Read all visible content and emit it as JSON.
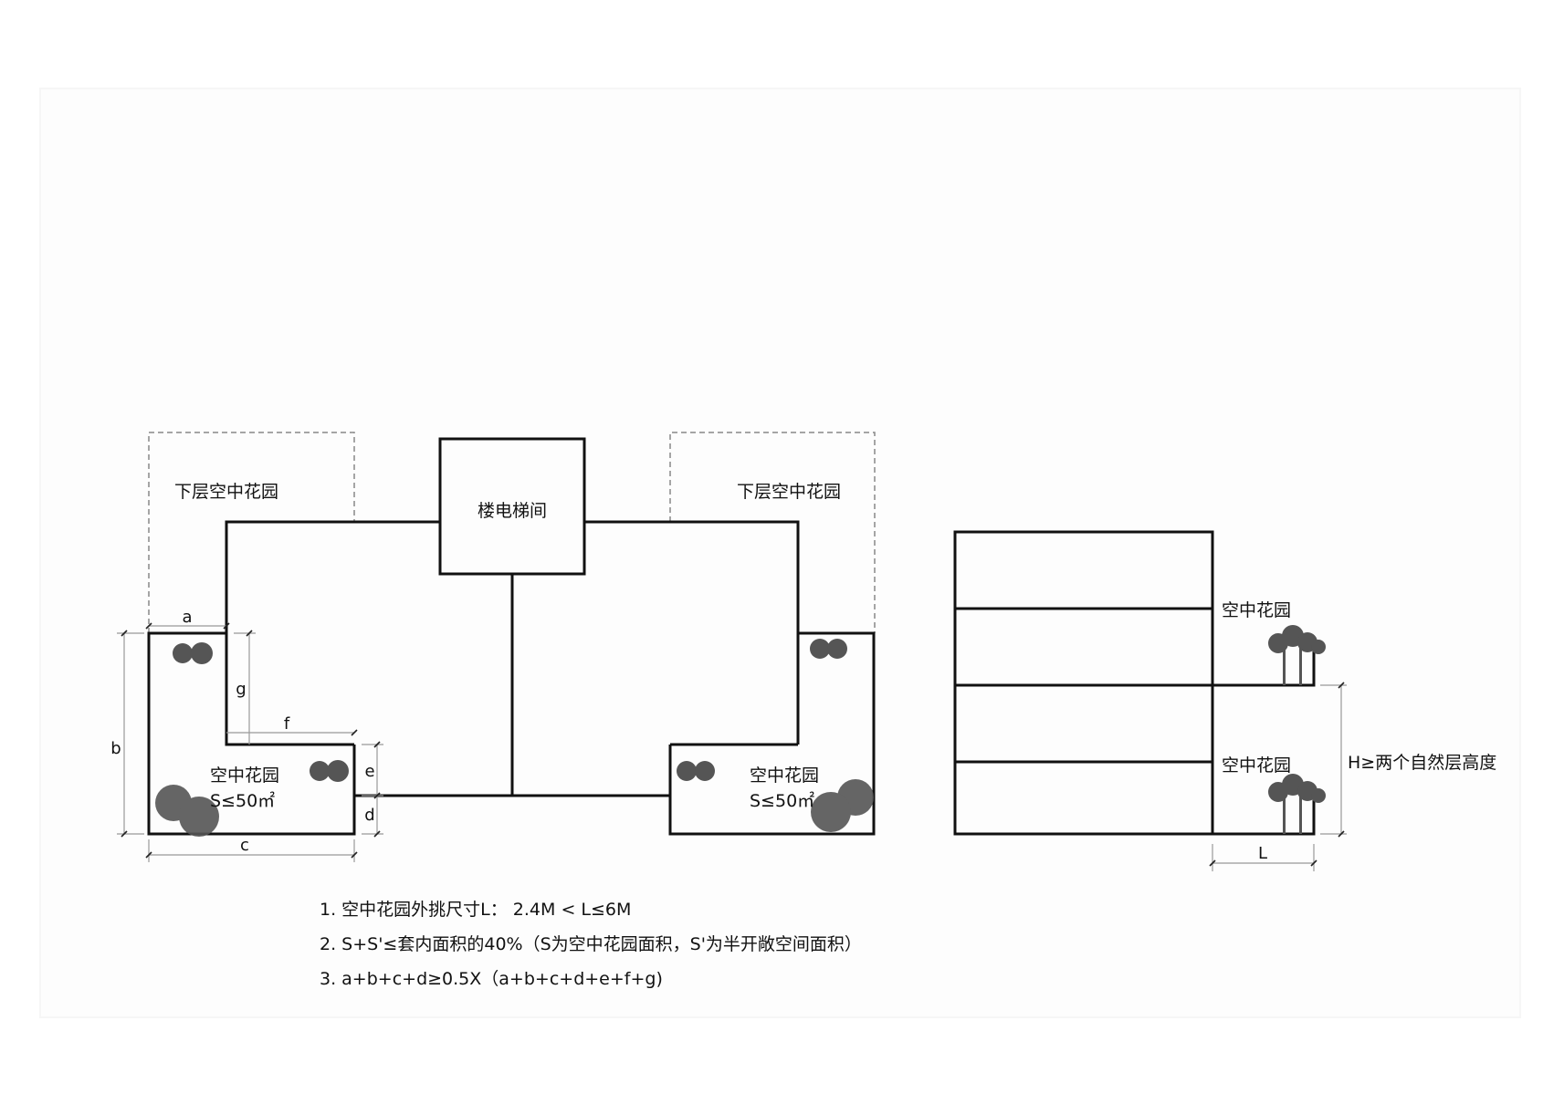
{
  "plan": {
    "lower_garden_left": "下层空中花园",
    "lower_garden_right": "下层空中花园",
    "elevator": "楼电梯间",
    "garden_left_name": "空中花园",
    "garden_left_area": "S≤50㎡",
    "garden_right_name": "空中花园",
    "garden_right_area": "S≤50㎡",
    "dims": {
      "a": "a",
      "b": "b",
      "c": "c",
      "d": "d",
      "e": "e",
      "f": "f",
      "g": "g"
    }
  },
  "section": {
    "garden_upper": "空中花园",
    "garden_lower": "空中花园",
    "height_rule": "H≥两个自然层高度",
    "dim_L": "L"
  },
  "notes": [
    "1. 空中花园外挑尺寸L：  2.4M < L≤6M",
    "2. S+S'≤套内面积的40%（S为空中花园面积，S'为半开敞空间面积）",
    "3. a+b+c+d≥0.5X（a+b+c+d+e+f+g)"
  ],
  "colors": {
    "wall": "#111111",
    "dashed": "#888888",
    "dimension": "#999999",
    "planting": "#555555"
  }
}
